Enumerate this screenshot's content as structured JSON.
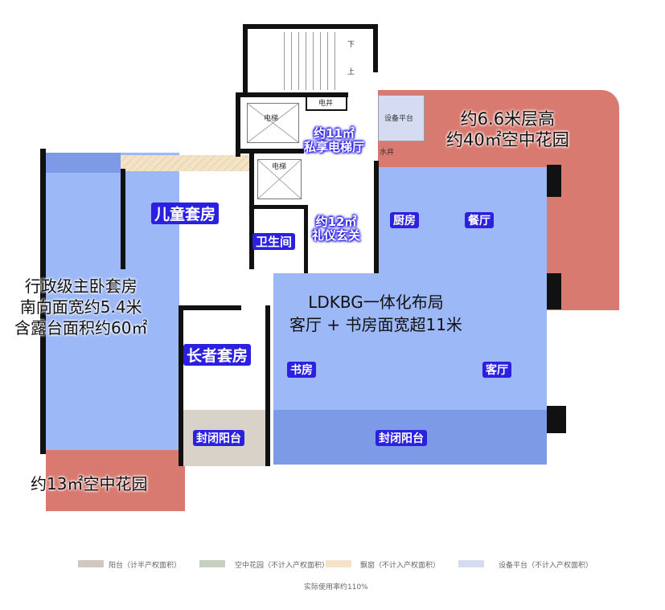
{
  "plan": {
    "stair_down": "下",
    "stair_up": "上",
    "elec_shaft": "电井",
    "water_shaft": "水井",
    "elevator_1": "电梯",
    "elevator_2": "电梯",
    "equipment_platform": "设备平台"
  },
  "rooms": {
    "sky_garden_large": {
      "line1": "约6.6米层高",
      "line2": "约40㎡空中花园"
    },
    "elevator_hall": {
      "line1": "约11㎡",
      "line2": "私享电梯厅"
    },
    "children_suite": "儿童套房",
    "bathroom": "卫生间",
    "foyer": {
      "line1": "约12㎡",
      "line2": "礼仪玄关"
    },
    "kitchen": "厨房",
    "dining": "餐厅",
    "master_suite": {
      "line1": "行政级主卧套房",
      "line2": "南向面宽约5.4米",
      "line3": "含露台面积约60㎡"
    },
    "ldkbg": {
      "line1": "LDKBG一体化布局",
      "line2": "客厅 + 书房面宽超11米"
    },
    "elder_suite": "长者套房",
    "study": "书房",
    "living": "客厅",
    "closed_balcony_left": "封闭阳台",
    "closed_balcony_right": "封闭阳台",
    "sky_garden_small": "约13㎡空中花园"
  },
  "legend": [
    {
      "label": "阳台（计半产权面积）",
      "color": "#cfc7c0"
    },
    {
      "label": "空中花园（不计入产权面积）",
      "color": "#c7cfbf"
    },
    {
      "label": "飘窗（不计入产权面积）",
      "color": "#f6e2c6"
    },
    {
      "label": "设备平台（不计入产权面积）",
      "color": "#d5dcf2"
    }
  ],
  "footnote": "实际使用率约110%",
  "colors": {
    "room_fill": "#9db8f6",
    "garden_fill": "#d97a70",
    "label_blue": "#2b20e0"
  }
}
